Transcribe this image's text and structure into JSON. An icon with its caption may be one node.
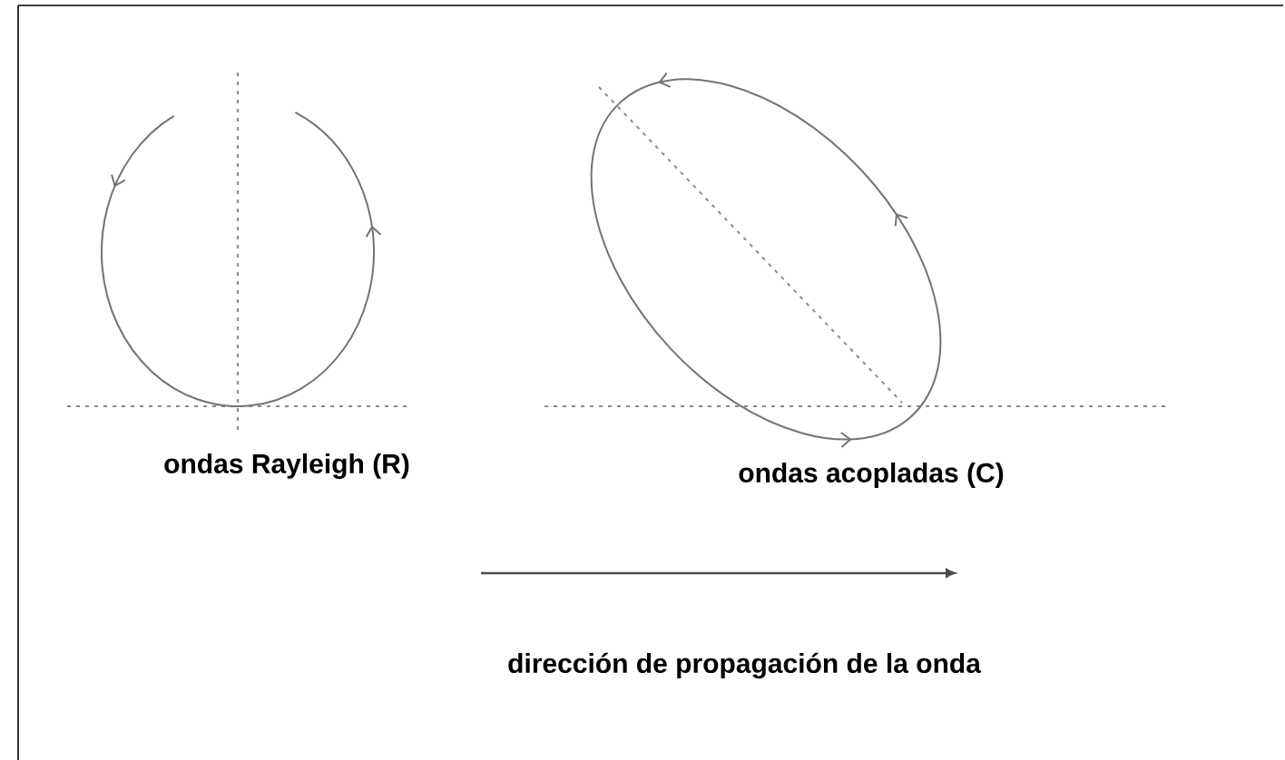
{
  "diagram": {
    "labels": [
      "ondas Rayleigh (R)",
      "ondas acopladas (C)",
      "dirección de propagación de la onda"
    ]
  }
}
